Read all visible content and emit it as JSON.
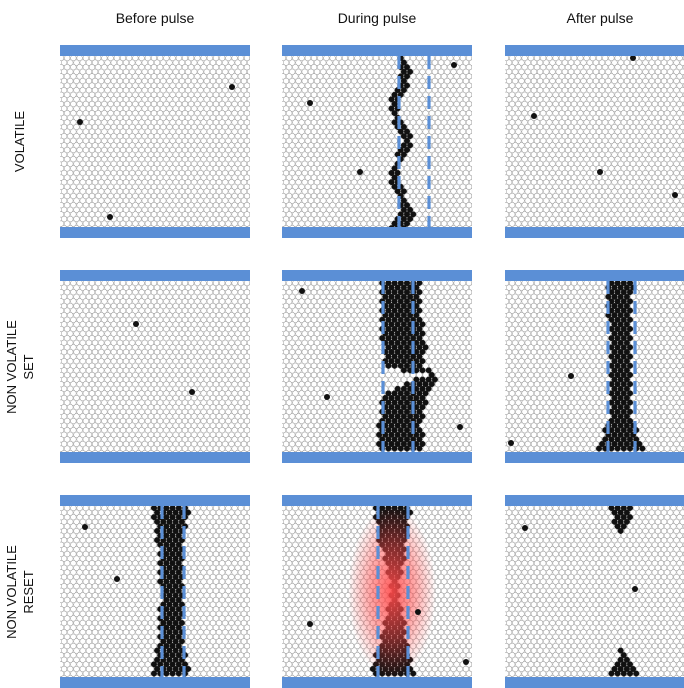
{
  "column_headers": [
    "Before pulse",
    "During pulse",
    "After pulse"
  ],
  "rows": [
    {
      "label_lines": [
        "VOLATILE"
      ]
    },
    {
      "label_lines": [
        "NON VOLATILE",
        "SET"
      ]
    },
    {
      "label_lines": [
        "NON VOLATILE",
        "RESET"
      ]
    }
  ],
  "colors": {
    "electrode": "#5b8fd6",
    "lattice": "#8a8a8a",
    "filament": "#111111",
    "guide_dash": "#5b8fd6",
    "heat": "#ff4a4a"
  }
}
